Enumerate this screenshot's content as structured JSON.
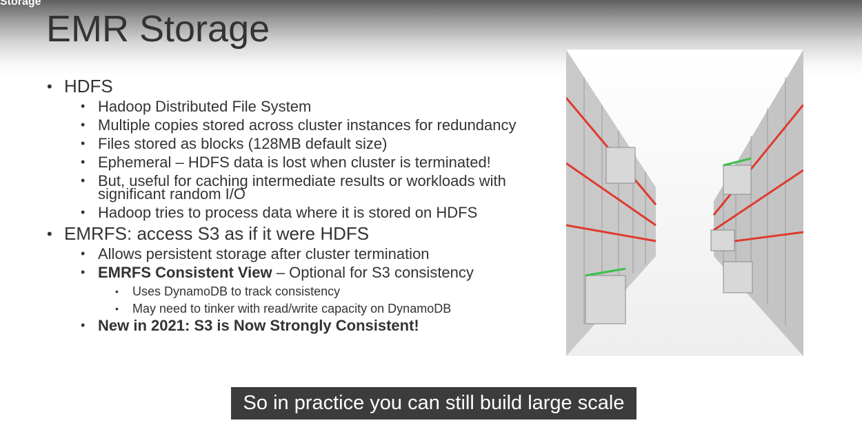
{
  "tab": {
    "label": "Storage"
  },
  "title": "EMR Storage",
  "bullets": [
    {
      "label": "HDFS",
      "children": [
        {
          "text": "Hadoop Distributed File System"
        },
        {
          "text": "Multiple copies stored across cluster instances for redundancy"
        },
        {
          "text": "Files stored as blocks (128MB default size)"
        },
        {
          "text": "Ephemeral – HDFS data is lost when cluster is terminated!"
        },
        {
          "text": "But, useful for caching intermediate results or workloads with significant random I/O"
        },
        {
          "text": "Hadoop tries to process data where it is stored on HDFS"
        }
      ]
    },
    {
      "label": "EMRFS: access S3 as if it were HDFS",
      "children": [
        {
          "text": "Allows persistent storage after cluster termination"
        },
        {
          "bold": "EMRFS Consistent View",
          "rest": " – Optional for S3 consistency",
          "children": [
            "Uses DynamoDB to track consistency",
            "May need to tinker with read/write capacity on DynamoDB"
          ]
        },
        {
          "bold": "New in 2021: S3 is Now Strongly Consistent!"
        }
      ]
    }
  ],
  "caption": "So in practice you can still build large scale"
}
